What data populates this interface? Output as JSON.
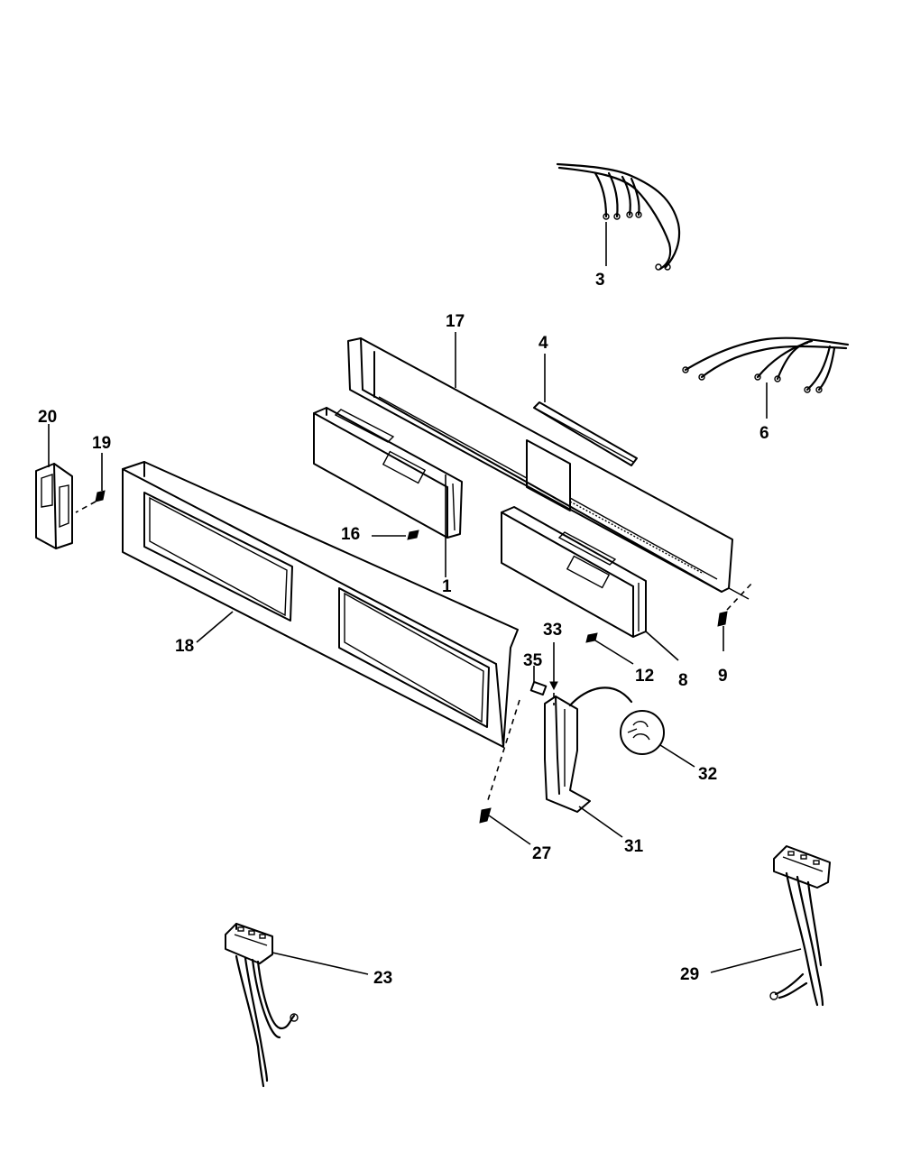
{
  "callouts": {
    "c3": "3",
    "c17": "17",
    "c4": "4",
    "c6": "6",
    "c20": "20",
    "c19": "19",
    "c16": "16",
    "c1": "1",
    "c18": "18",
    "c33": "33",
    "c35": "35",
    "c8": "8",
    "c12": "12",
    "c9": "9",
    "c32": "32",
    "c27": "27",
    "c31": "31",
    "c23": "23",
    "c29": "29"
  }
}
